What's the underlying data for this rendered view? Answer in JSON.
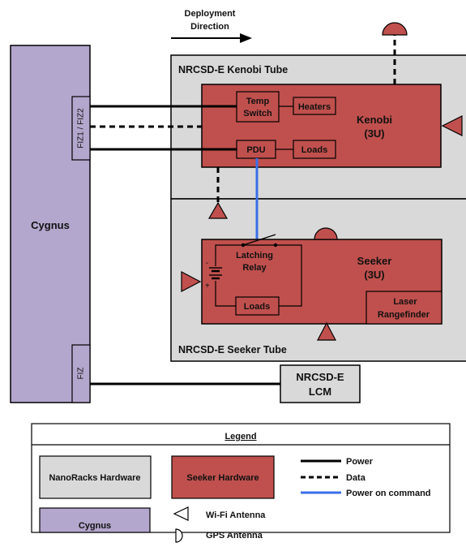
{
  "deployment": {
    "line1": "Deployment",
    "line2": "Direction"
  },
  "cygnus": {
    "label": "Cygnus",
    "port_top": "FIZ1 / FIZ2",
    "port_bottom": "FIZ"
  },
  "kenobi_tube": {
    "label": "NRCSD-E Kenobi Tube",
    "kenobi": {
      "line1": "Kenobi",
      "line2": "(3U)"
    },
    "temp_switch": {
      "line1": "Temp",
      "line2": "Switch"
    },
    "heaters": "Heaters",
    "pdu": "PDU",
    "loads": "Loads"
  },
  "seeker_tube": {
    "label": "NRCSD-E Seeker Tube",
    "seeker": {
      "line1": "Seeker",
      "line2": "(3U)"
    },
    "relay": {
      "line1": "Latching",
      "line2": "Relay"
    },
    "loads": "Loads",
    "battery_minus": "-",
    "battery_plus": "+",
    "laser": {
      "line1": "Laser",
      "line2": "Rangefinder"
    }
  },
  "lcm": {
    "line1": "NRCSD-E",
    "line2": "LCM"
  },
  "legend": {
    "title": "Legend",
    "nanoracks": "NanoRacks Hardware",
    "seeker_hw": "Seeker Hardware",
    "cygnus": "Cygnus",
    "power": "Power",
    "data": "Data",
    "power_on_command": "Power on command",
    "wifi": "Wi-Fi Antenna",
    "gps": "GPS Antenna"
  },
  "colors": {
    "nanoracks": "#d9d9d9",
    "seeker_hw": "#c0504d",
    "cygnus": "#b4a7cd",
    "power_on_command": "#3a6fe8"
  }
}
